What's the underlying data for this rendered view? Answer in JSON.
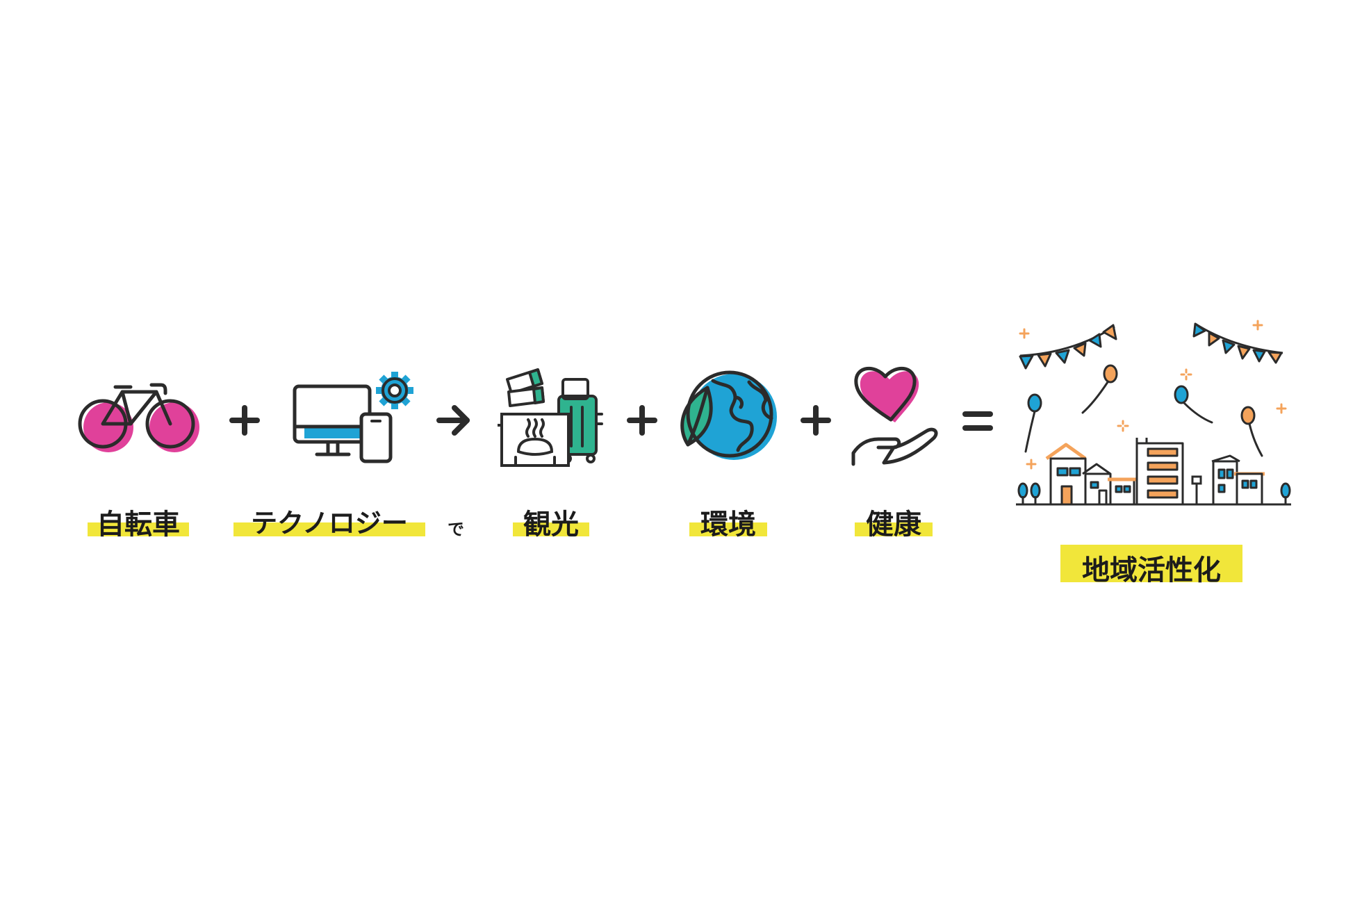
{
  "colors": {
    "ink": "#2b2b2b",
    "magenta": "#e0419a",
    "blue": "#1fa3d5",
    "green": "#2fb38f",
    "orange": "#f4a35b",
    "highlight": "#f1e63a"
  },
  "labels": {
    "bicycle": "自転車",
    "technology": "テクノロジー",
    "particle": "で",
    "tourism": "観光",
    "environment": "環境",
    "health": "健康",
    "result": "地域活性化"
  },
  "icons": {
    "bicycle": "bicycle-icon",
    "technology": "computer-gear-phone-icon",
    "tourism": "hot-spring-suitcase-tickets-icon",
    "environment": "globe-leaf-icon",
    "health": "heart-hand-icon",
    "result": "town-celebration-icon"
  },
  "operators": {
    "plus": "+",
    "arrow": "→",
    "equals": "="
  }
}
